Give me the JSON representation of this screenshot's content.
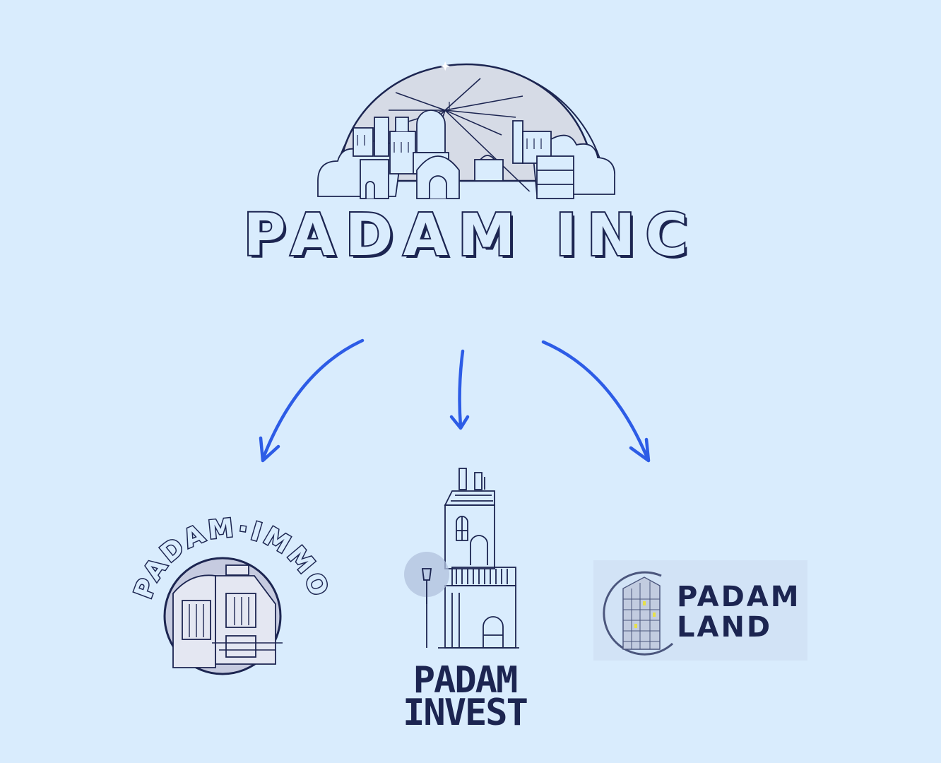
{
  "parent": {
    "name": "PADAM INC"
  },
  "children": {
    "immo": {
      "name": "PADAM·IMMO"
    },
    "invest": {
      "line1": "PADAM",
      "line2": "INVEST"
    },
    "land": {
      "line1": "PADAM",
      "line2": "LAND"
    }
  },
  "colors": {
    "background": "#d9ecfd",
    "navy": "#1c2551",
    "arrow": "#2d5ce6",
    "land_panel": "#d2e3f6"
  },
  "icons": [
    "city-skyline-icon",
    "arrow-down-left-icon",
    "arrow-down-icon",
    "arrow-down-right-icon",
    "townhouse-icon",
    "tower-building-icon",
    "flatiron-building-icon"
  ]
}
